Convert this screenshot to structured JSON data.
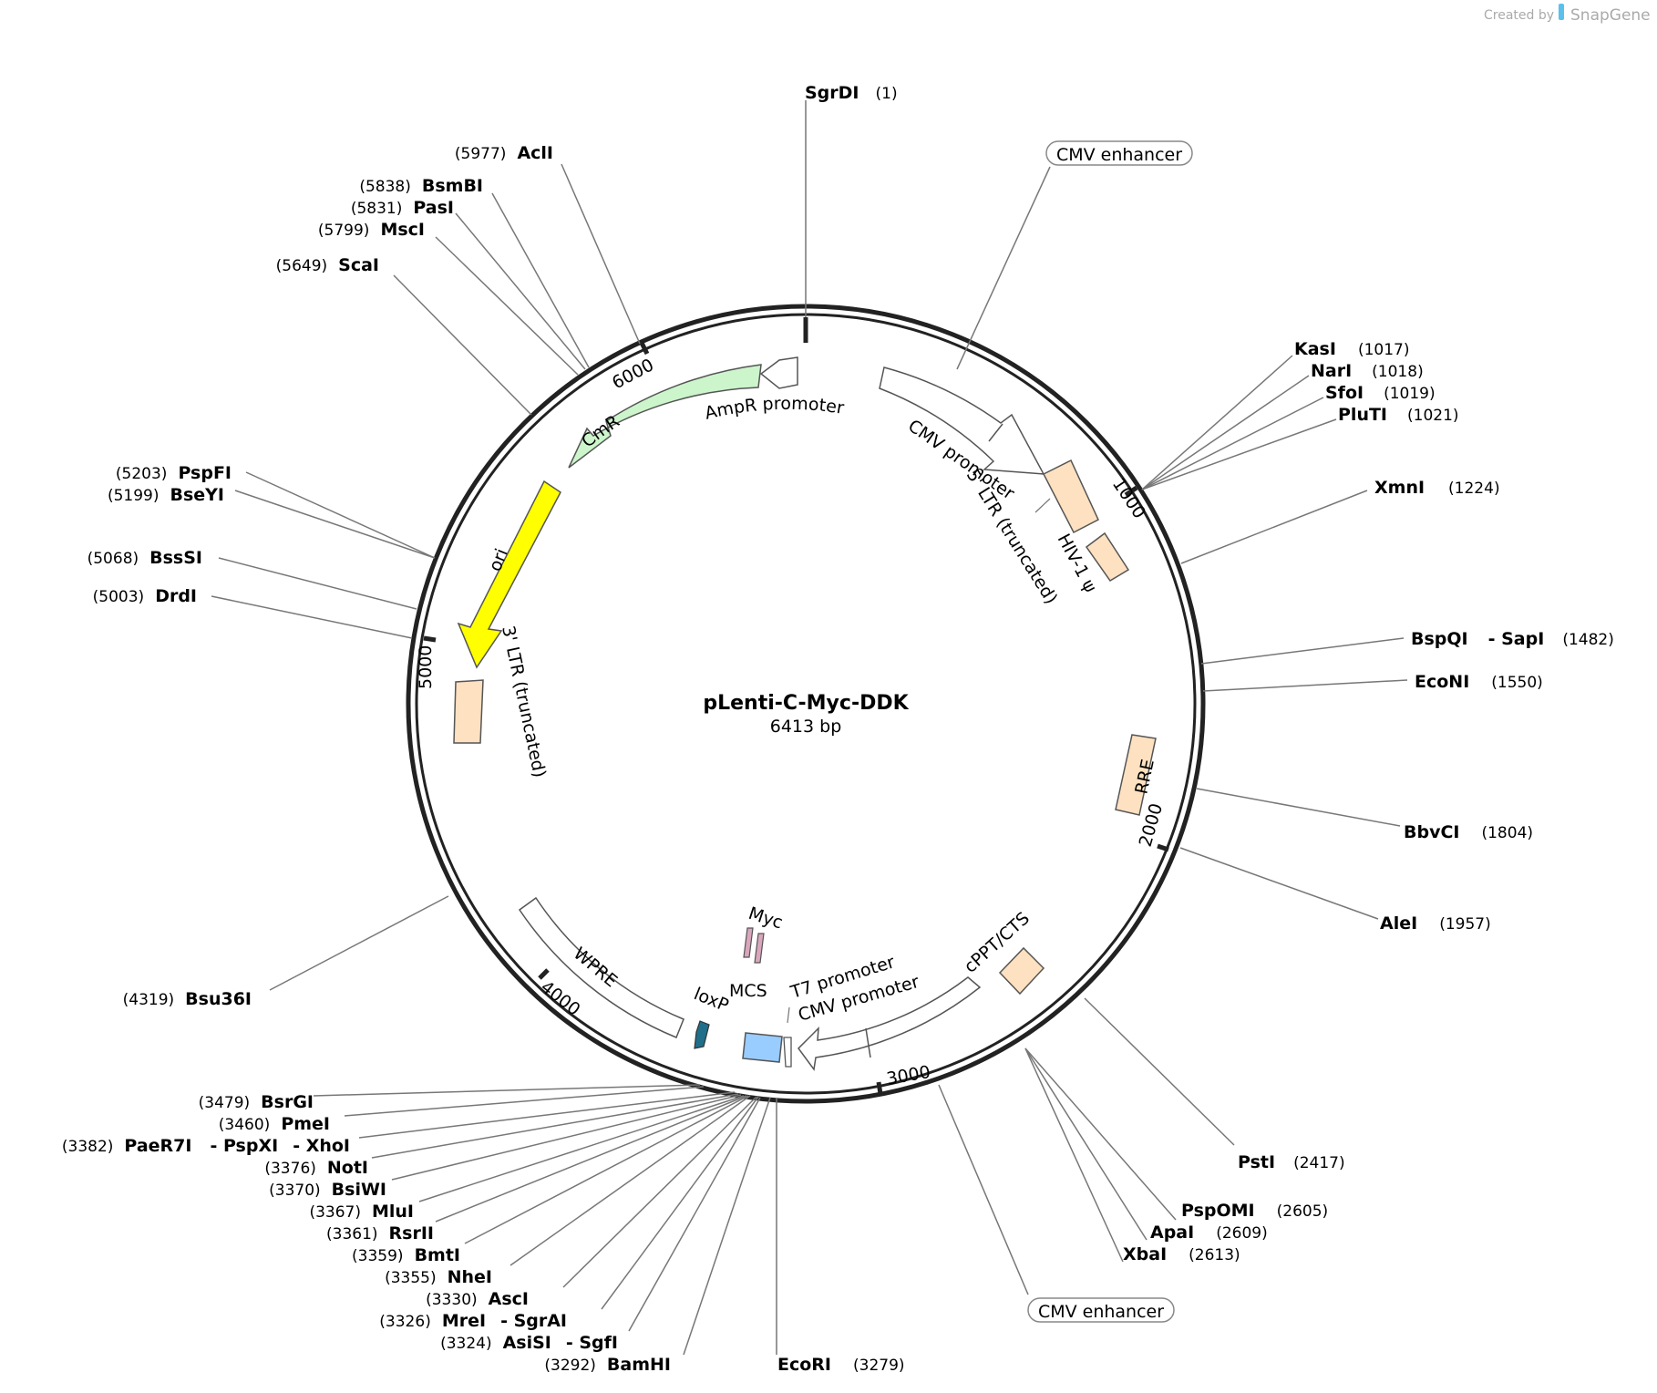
{
  "credit": {
    "created_by": "Created by",
    "brand": "SnapGene"
  },
  "plasmid": {
    "name": "pLenti-C-Myc-DDK",
    "length": "6413 bp"
  },
  "backbone": {
    "ticks": [
      "1000",
      "2000",
      "3000",
      "4000",
      "5000",
      "6000"
    ]
  },
  "features": {
    "cmv_enhancer_top": "CMV enhancer",
    "cmv_enhancer_bottom": "CMV enhancer",
    "cmv_promoter_top": "CMV promoter",
    "ltr5": "5' LTR (truncated)",
    "hiv_psi": "HIV-1 ψ",
    "rre": "RRE",
    "cppt": "cPPT/CTS",
    "t7_promoter": "T7 promoter",
    "cmv_promoter_bottom": "CMV promoter",
    "myc": "Myc",
    "mcs": "MCS",
    "loxp": "loxP",
    "wpre": "WPRE",
    "ltr3": "3' LTR (truncated)",
    "ori": "ori",
    "cmr": "CmR",
    "ampr_promoter": "AmpR promoter"
  },
  "colors": {
    "backbone": "#222222",
    "cmr": "#ccf5cc",
    "ori": "#ffff00",
    "ltr": "#fde1c0",
    "mcs": "#99ccff",
    "loxp": "#1f6f8b",
    "myc": "#d9a6bc",
    "outline": "#555555",
    "leader": "#777777"
  },
  "sites": {
    "sgrdi": {
      "name": "SgrDI",
      "pos": "(1)"
    },
    "kasi": {
      "name": "KasI",
      "pos": "(1017)"
    },
    "nari": {
      "name": "NarI",
      "pos": "(1018)"
    },
    "sfoi": {
      "name": "SfoI",
      "pos": "(1019)"
    },
    "pluti": {
      "name": "PluTI",
      "pos": "(1021)"
    },
    "xmni": {
      "name": "XmnI",
      "pos": "(1224)"
    },
    "bspqi": {
      "name": "BspQI",
      "sep": "- SapI",
      "pos": "(1482)"
    },
    "econi": {
      "name": "EcoNI",
      "pos": "(1550)"
    },
    "bbvci": {
      "name": "BbvCI",
      "pos": "(1804)"
    },
    "alei": {
      "name": "AleI",
      "pos": "(1957)"
    },
    "psti": {
      "name": "PstI",
      "pos": "(2417)"
    },
    "pspomi": {
      "name": "PspOMI",
      "pos": "(2605)"
    },
    "apai": {
      "name": "ApaI",
      "pos": "(2609)"
    },
    "xbai": {
      "name": "XbaI",
      "pos": "(2613)"
    },
    "ecori": {
      "name": "EcoRI",
      "pos": "(3279)"
    },
    "bamhi": {
      "name": "BamHI",
      "pos": "(3292)"
    },
    "asisi": {
      "name": "AsiSI",
      "sep": "- SgfI",
      "pos": "(3324)"
    },
    "mrei": {
      "name": "MreI",
      "sep": "- SgrAI",
      "pos": "(3326)"
    },
    "asci": {
      "name": "AscI",
      "pos": "(3330)"
    },
    "nhei": {
      "name": "NheI",
      "pos": "(3355)"
    },
    "bmti": {
      "name": "BmtI",
      "pos": "(3359)"
    },
    "rsrii": {
      "name": "RsrII",
      "pos": "(3361)"
    },
    "mlui": {
      "name": "MluI",
      "pos": "(3367)"
    },
    "bsiwi": {
      "name": "BsiWI",
      "pos": "(3370)"
    },
    "noti": {
      "name": "NotI",
      "pos": "(3376)"
    },
    "paer7i": {
      "name": "PaeR7I",
      "sep1": "- PspXI",
      "sep2": "- XhoI",
      "pos": "(3382)"
    },
    "pmei": {
      "name": "PmeI",
      "pos": "(3460)"
    },
    "bsrgi": {
      "name": "BsrGI",
      "pos": "(3479)"
    },
    "bsu36i": {
      "name": "Bsu36I",
      "pos": "(4319)"
    },
    "drdi": {
      "name": "DrdI",
      "pos": "(5003)"
    },
    "bsssi": {
      "name": "BssSI",
      "pos": "(5068)"
    },
    "bseyi": {
      "name": "BseYI",
      "pos": "(5199)"
    },
    "pspfi": {
      "name": "PspFI",
      "pos": "(5203)"
    },
    "scai": {
      "name": "ScaI",
      "pos": "(5649)"
    },
    "msci": {
      "name": "MscI",
      "pos": "(5799)"
    },
    "pasi": {
      "name": "PasI",
      "pos": "(5831)"
    },
    "bsmbi": {
      "name": "BsmBI",
      "pos": "(5838)"
    },
    "acli": {
      "name": "AclI",
      "pos": "(5977)"
    }
  }
}
